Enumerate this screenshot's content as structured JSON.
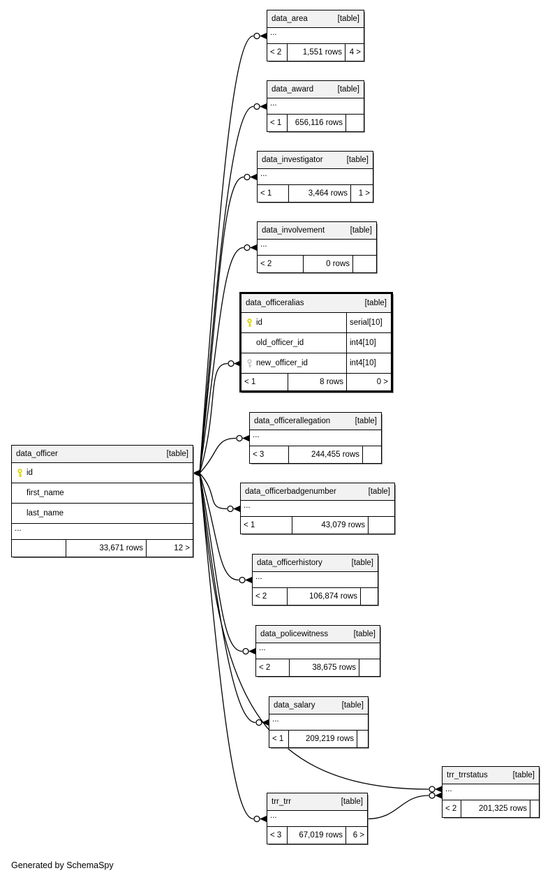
{
  "footer_note": "Generated by SchemaSpy",
  "colors": {
    "header_bg": "#f2f2f2",
    "border": "#000000",
    "primary_key": "#dcd300",
    "foreign_key": "#c6c6c6",
    "shadow": "#8f8f8f"
  },
  "tables": {
    "data_area": {
      "title": "data_area",
      "tag": "[table]",
      "dots": "...",
      "stats": [
        "< 2",
        "1,551 rows",
        "4 >"
      ]
    },
    "data_award": {
      "title": "data_award",
      "tag": "[table]",
      "dots": "...",
      "stats": [
        "< 1",
        "656,116 rows",
        ""
      ]
    },
    "data_investigator": {
      "title": "data_investigator",
      "tag": "[table]",
      "dots": "...",
      "stats": [
        "< 1",
        "3,464 rows",
        "1 >"
      ]
    },
    "data_involvement": {
      "title": "data_involvement",
      "tag": "[table]",
      "dots": "...",
      "stats": [
        "< 2",
        "0 rows",
        ""
      ]
    },
    "data_officeralias": {
      "title": "data_officeralias",
      "tag": "[table]",
      "columns": [
        {
          "name": "id",
          "type": "serial[10]",
          "key": "primary"
        },
        {
          "name": "old_officer_id",
          "type": "int4[10]",
          "key": ""
        },
        {
          "name": "new_officer_id",
          "type": "int4[10]",
          "key": "foreign"
        }
      ],
      "stats": [
        "< 1",
        "8 rows",
        "0 >"
      ]
    },
    "data_officerallegation": {
      "title": "data_officerallegation",
      "tag": "[table]",
      "dots": "...",
      "stats": [
        "< 3",
        "244,455 rows",
        ""
      ]
    },
    "data_officer": {
      "title": "data_officer",
      "tag": "[table]",
      "columns": [
        {
          "name": "id",
          "key": "primary"
        },
        {
          "name": "first_name",
          "key": ""
        },
        {
          "name": "last_name",
          "key": ""
        }
      ],
      "dots": "...",
      "stats": [
        "",
        "33,671 rows",
        "12 >"
      ]
    },
    "data_officerbadgenumber": {
      "title": "data_officerbadgenumber",
      "tag": "[table]",
      "dots": "...",
      "stats": [
        "< 1",
        "43,079 rows",
        ""
      ]
    },
    "data_officerhistory": {
      "title": "data_officerhistory",
      "tag": "[table]",
      "dots": "...",
      "stats": [
        "< 2",
        "106,874 rows",
        ""
      ]
    },
    "data_policewitness": {
      "title": "data_policewitness",
      "tag": "[table]",
      "dots": "...",
      "stats": [
        "< 2",
        "38,675 rows",
        ""
      ]
    },
    "data_salary": {
      "title": "data_salary",
      "tag": "[table]",
      "dots": "...",
      "stats": [
        "< 1",
        "209,219 rows",
        ""
      ]
    },
    "trr_trrstatus": {
      "title": "trr_trrstatus",
      "tag": "[table]",
      "dots": "...",
      "stats": [
        "< 2",
        "201,325 rows",
        ""
      ]
    },
    "trr_trr": {
      "title": "trr_trr",
      "tag": "[table]",
      "dots": "...",
      "stats": [
        "< 3",
        "67,019 rows",
        "6 >"
      ]
    }
  },
  "relationships": [
    {
      "from": "data_officer",
      "to": "data_area"
    },
    {
      "from": "data_officer",
      "to": "data_award"
    },
    {
      "from": "data_officer",
      "to": "data_investigator"
    },
    {
      "from": "data_officer",
      "to": "data_involvement"
    },
    {
      "from": "data_officer",
      "to": "data_officeralias"
    },
    {
      "from": "data_officer",
      "to": "data_officerallegation"
    },
    {
      "from": "data_officer",
      "to": "data_officerbadgenumber"
    },
    {
      "from": "data_officer",
      "to": "data_officerhistory"
    },
    {
      "from": "data_officer",
      "to": "data_policewitness"
    },
    {
      "from": "data_officer",
      "to": "data_salary"
    },
    {
      "from": "data_officer",
      "to": "trr_trrstatus"
    },
    {
      "from": "data_officer",
      "to": "trr_trr"
    },
    {
      "from": "trr_trr",
      "to": "trr_trrstatus"
    }
  ]
}
